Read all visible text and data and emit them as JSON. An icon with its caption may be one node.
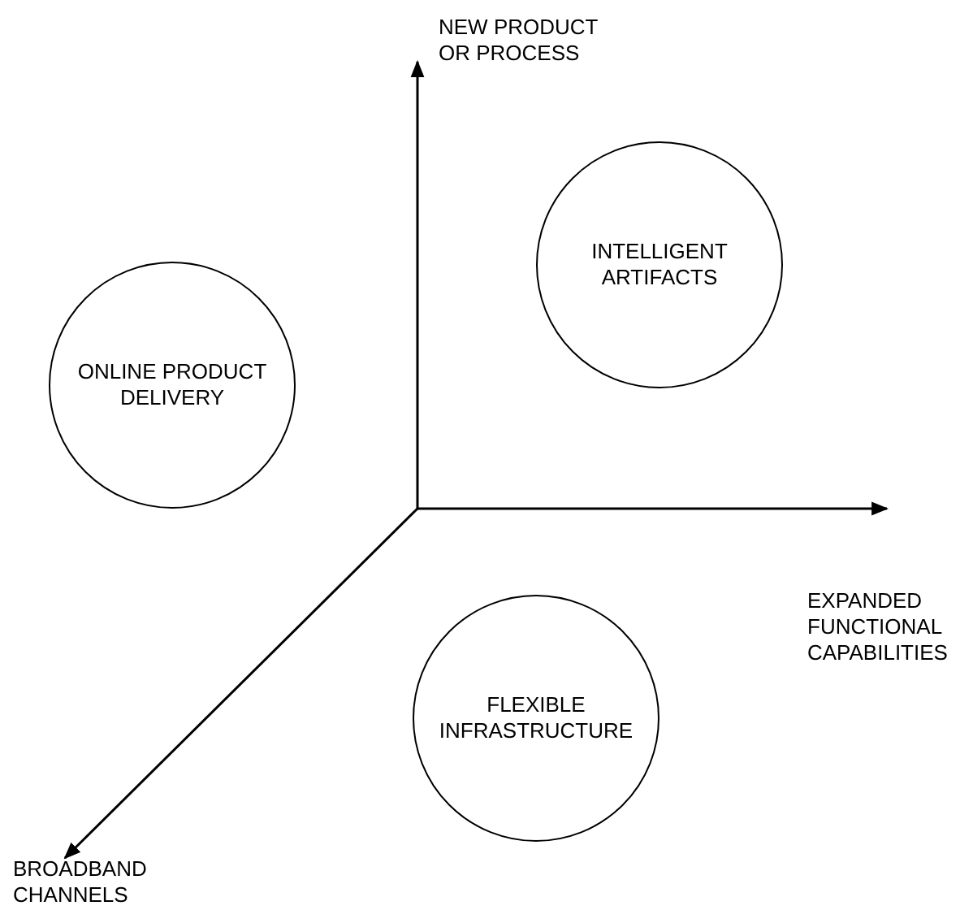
{
  "diagram": {
    "nodes": [
      {
        "text": [
          "INTELLIGENT ARTIFACTS"
        ]
      },
      {
        "text": [
          "ONLINE PRODUCT DELIVERY"
        ]
      },
      {
        "text": [
          "FLEXIBLE INFRASTRUCTURE"
        ]
      }
    ],
    "labels": [
      "NEW PRODUCT OR PROCESS",
      "EXPANDED FUNCTIONAL CAPABILITIES",
      "BROADBAND CHANNELS"
    ]
  }
}
